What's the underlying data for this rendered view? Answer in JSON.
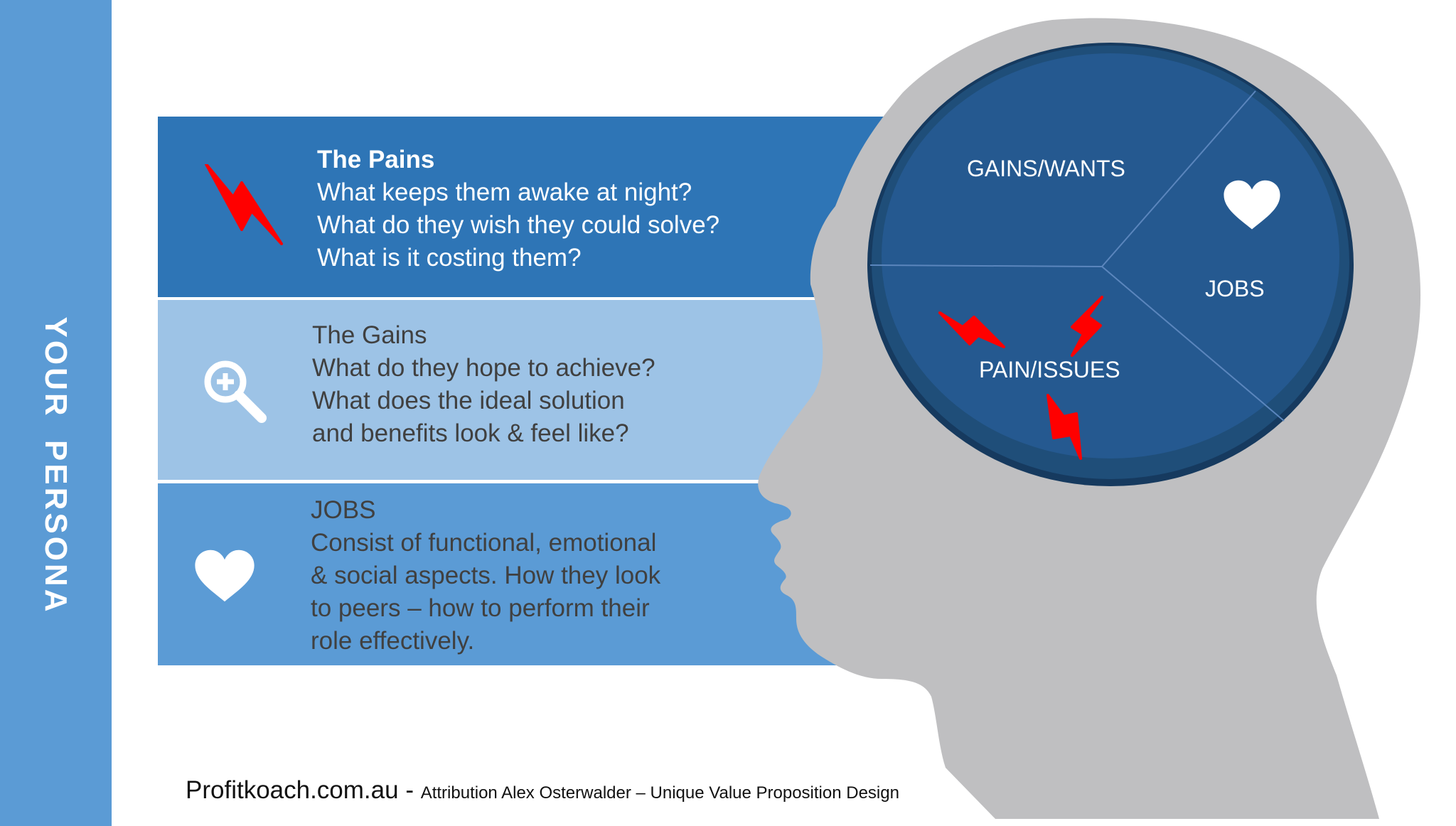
{
  "sidebar": {
    "label": "YOUR PERSONA"
  },
  "pains": {
    "title": "The Pains",
    "lines": [
      "What keeps them awake at night?",
      "What do they wish they could solve?",
      "What is it costing them?"
    ],
    "icon": "lightning-bolt-icon"
  },
  "gains": {
    "title": "The Gains",
    "lines": [
      "What do they hope to achieve?",
      "What does the ideal solution",
      "and benefits look & feel like?"
    ],
    "icon": "zoom-in-magnifier-icon"
  },
  "jobs": {
    "title": "JOBS",
    "lines": [
      "Consist of functional, emotional",
      "& social aspects. How they look",
      "to peers – how to perform their",
      "role effectively."
    ],
    "icon": "heart-icon"
  },
  "brain": {
    "gains_label": "GAINS/WANTS",
    "jobs_label": "JOBS",
    "pain_label": "PAIN/ISSUES"
  },
  "footer": {
    "site": "Profitkoach.com.au",
    "separator": " - ",
    "attribution": "Attribution Alex Osterwalder – Unique Value Proposition Design"
  },
  "colors": {
    "sidebar": "#5b9bd5",
    "pains_band": "#2e75b6",
    "gains_band": "#9dc3e6",
    "jobs_band": "#5b9bd5",
    "head": "#bfbfc1",
    "brain": "#1f4e79",
    "bolt": "#ff0000"
  }
}
